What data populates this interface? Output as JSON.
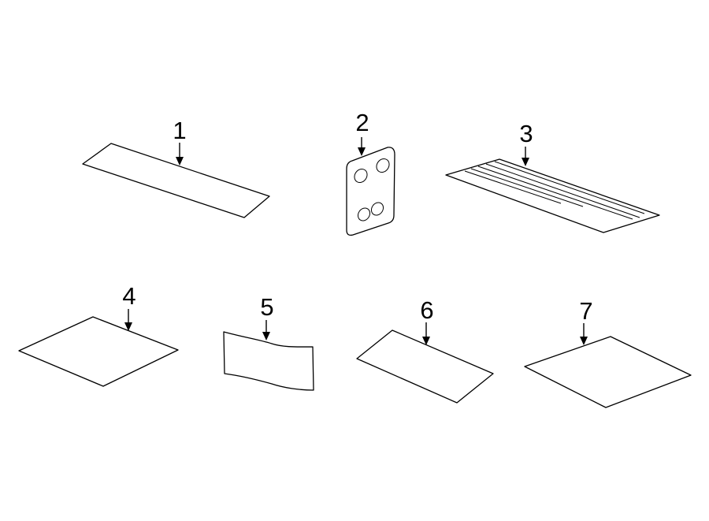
{
  "callouts": [
    {
      "id": "1",
      "label": "1",
      "part": "label"
    },
    {
      "id": "2",
      "label": "2",
      "part": "label"
    },
    {
      "id": "3",
      "label": "3",
      "part": "label"
    },
    {
      "id": "4",
      "label": "4",
      "part": "label"
    },
    {
      "id": "5",
      "label": "5",
      "part": "label"
    },
    {
      "id": "6",
      "label": "6",
      "part": "label"
    },
    {
      "id": "7",
      "label": "7",
      "part": "label"
    }
  ]
}
